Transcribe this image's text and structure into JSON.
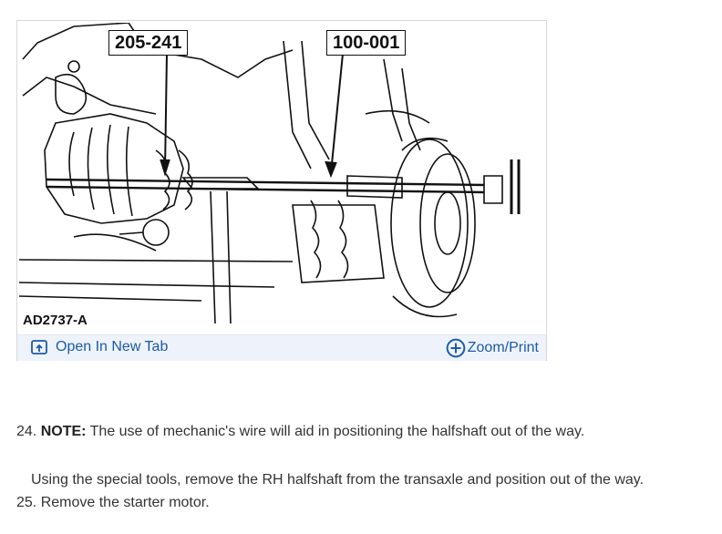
{
  "figure": {
    "callout_left": "205-241",
    "callout_right": "100-001",
    "figure_id": "AD2737-A",
    "open_tab_label": "Open In New Tab",
    "zoom_label": "Zoom/Print",
    "toolbar_bg": "#eef3fb",
    "link_color": "#1c5aa8"
  },
  "steps": [
    {
      "number": "24.",
      "note_label": "NOTE:",
      "note_text": " The use of mechanic's wire will aid in positioning the halfshaft out of the way.",
      "instruction": "Using the special tools, remove the RH halfshaft from the transaxle and position out of the way."
    },
    {
      "number": "25.",
      "text": " Remove the starter motor."
    }
  ]
}
